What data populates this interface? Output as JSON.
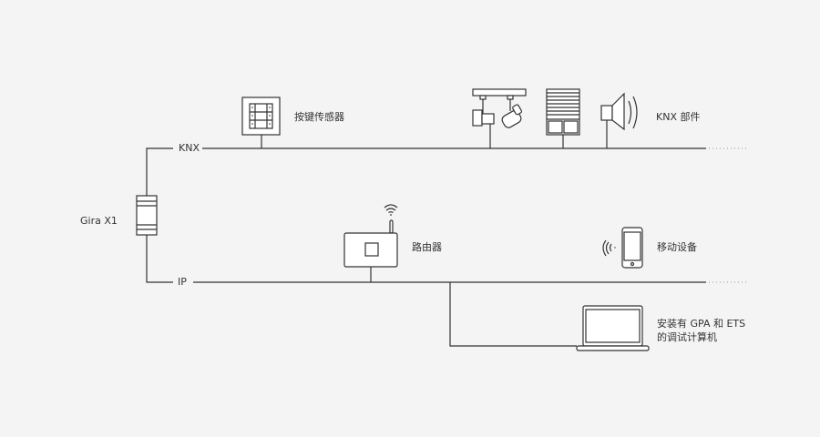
{
  "buses": {
    "knx": "KNX",
    "ip": "IP"
  },
  "gateway": {
    "label": "Gira X1"
  },
  "devices": {
    "push_button": "按键传感器",
    "knx_components": "KNX 部件",
    "router": "路由器",
    "mobile": "移动设备",
    "pc_line1": "安装有 GPA 和 ETS",
    "pc_line2": "的调试计算机"
  },
  "colors": {
    "line": "#333333",
    "background": "#f4f4f4"
  }
}
